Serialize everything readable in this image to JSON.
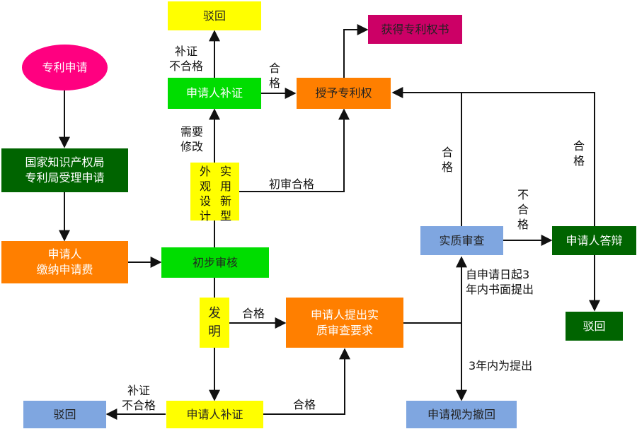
{
  "nodes": {
    "patent_application": "专利申请",
    "office_accept": "国家知识产权局\n专利局受理申请",
    "pay_fee": "申请人\n缴纳申请费",
    "preliminary_review": "初步审核",
    "design_branch": "外\n观\n设\n计",
    "utility_branch": "实\n用\n新\n型",
    "invention_branch": "发\n明",
    "amend_top": "申请人补证",
    "reject_top": "驳回",
    "grant_patent": "授予专利权",
    "obtain_certificate": "获得专利权书",
    "request_substantive": "申请人提出实\n质审查要求",
    "substantive_exam": "实质审查",
    "applicant_defense": "申请人答辩",
    "reject_right": "驳回",
    "deemed_withdrawn": "申请视为撤回",
    "amend_bottom": "申请人补证",
    "reject_bottom": "驳回"
  },
  "labels": {
    "amend_fail_top": "补证\n不合格",
    "pass_top": "合\n格",
    "needs_change": "需要\n修改",
    "prelim_pass": "初审合格",
    "pass_grant_mid": "合\n格",
    "pass_grant_right": "合\n格",
    "not_pass": "不\n合\n格",
    "within_3y_text": "自申请日起3\n年内书面提出",
    "within_3y": "3年内为提出",
    "invention_pass": "合格",
    "amend_fail_bottom": "补证\n不合格",
    "pass_bottom": "合格"
  },
  "colors": {
    "magenta": "#ff0080",
    "dark_green": "#006400",
    "orange": "#ff7f00",
    "bright_green": "#00dd00",
    "yellow": "#ffff00",
    "crimson": "#cc0066",
    "light_blue": "#7fa6e0"
  }
}
